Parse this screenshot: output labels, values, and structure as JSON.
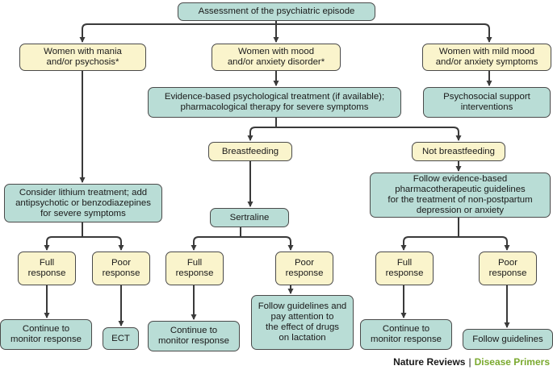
{
  "colors": {
    "teal_box": "#b9ddd6",
    "cream_box": "#faf4cc",
    "connector": "#3a3a3a",
    "sub_brand": "#7aa92e"
  },
  "nodes": {
    "assessment": "Assessment of the psychiatric episode",
    "mania": "Women with mania\nand/or psychosis*",
    "mood_anxiety": "Women with mood\nand/or anxiety disorder*",
    "mild_mood": "Women with mild mood\nand/or anxiety symptoms",
    "evidence_based": "Evidence-based psychological treatment (if available);\npharmacological therapy for severe symptoms",
    "psychosocial": "Psychosocial support\ninterventions",
    "breastfeeding": "Breastfeeding",
    "not_breastfeeding": "Not breastfeeding",
    "lithium": "Consider lithium treatment; add\nantipsychotic or benzodiazepines\nfor severe symptoms",
    "sertraline": "Sertraline",
    "guidelines_non_postpartum": "Follow evidence-based\npharmacotherapeutic guidelines\nfor the treatment of non-postpartum\ndepression or anxiety",
    "full_response_1": "Full\nresponse",
    "poor_response_1": "Poor\nresponse",
    "full_response_2": "Full\nresponse",
    "poor_response_2": "Poor\nresponse",
    "full_response_3": "Full\nresponse",
    "poor_response_3": "Poor\nresponse",
    "continue_1": "Continue to\nmonitor response",
    "ect": "ECT",
    "continue_2": "Continue to\nmonitor response",
    "lactation": "Follow guidelines and\npay attention to\nthe effect of drugs\non lactation",
    "continue_3": "Continue to\nmonitor response",
    "follow_guidelines": "Follow guidelines"
  },
  "footer": {
    "brand": "Nature Reviews",
    "separator": "|",
    "sub": "Disease Primers"
  }
}
